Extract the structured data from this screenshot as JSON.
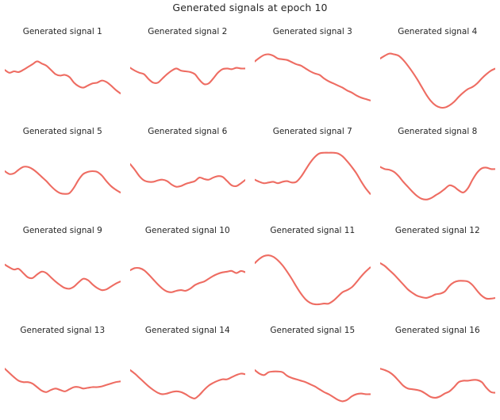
{
  "figure": {
    "title": "Generated signals at epoch 10",
    "epoch": 10,
    "rows": 4,
    "cols": 4,
    "background_color": "#ffffff",
    "line_color": "#ee6c62",
    "text_color": "#262626"
  },
  "chart_data": {
    "type": "line",
    "title": "Generated signals at epoch 10",
    "xlabel": "",
    "ylabel": "",
    "grid": false,
    "legend": "none",
    "axes_visible": false,
    "tick_labels": "none",
    "xlim": [
      0,
      100
    ],
    "ylim": [
      0,
      1
    ],
    "panels": [
      {
        "index": 1,
        "title": "Generated signal 1",
        "series_name": "Generated signal 1",
        "x": [
          0,
          4,
          8,
          12,
          16,
          20,
          24,
          28,
          32,
          36,
          40,
          44,
          48,
          52,
          56,
          60,
          64,
          68,
          72,
          76,
          80,
          84,
          88,
          92,
          96,
          100
        ],
        "y": [
          0.64,
          0.6,
          0.62,
          0.61,
          0.64,
          0.68,
          0.72,
          0.76,
          0.73,
          0.7,
          0.64,
          0.58,
          0.56,
          0.57,
          0.54,
          0.46,
          0.41,
          0.39,
          0.42,
          0.45,
          0.46,
          0.49,
          0.47,
          0.42,
          0.36,
          0.31
        ]
      },
      {
        "index": 2,
        "title": "Generated signal 2",
        "series_name": "Generated signal 2",
        "x": [
          0,
          4,
          8,
          12,
          16,
          20,
          24,
          28,
          32,
          36,
          40,
          44,
          48,
          52,
          56,
          60,
          64,
          68,
          72,
          76,
          80,
          84,
          88,
          92,
          96,
          100
        ],
        "y": [
          0.67,
          0.63,
          0.6,
          0.58,
          0.51,
          0.46,
          0.46,
          0.52,
          0.58,
          0.63,
          0.66,
          0.63,
          0.62,
          0.61,
          0.58,
          0.5,
          0.44,
          0.45,
          0.52,
          0.6,
          0.65,
          0.66,
          0.65,
          0.67,
          0.66,
          0.66
        ]
      },
      {
        "index": 3,
        "title": "Generated signal 3",
        "series_name": "Generated signal 3",
        "x": [
          0,
          4,
          8,
          12,
          16,
          20,
          24,
          28,
          32,
          36,
          40,
          44,
          48,
          52,
          56,
          60,
          64,
          68,
          72,
          76,
          80,
          84,
          88,
          92,
          96,
          100
        ],
        "y": [
          0.76,
          0.81,
          0.85,
          0.86,
          0.84,
          0.8,
          0.79,
          0.78,
          0.75,
          0.72,
          0.7,
          0.66,
          0.62,
          0.59,
          0.57,
          0.52,
          0.48,
          0.45,
          0.42,
          0.39,
          0.35,
          0.32,
          0.28,
          0.25,
          0.23,
          0.21
        ]
      },
      {
        "index": 4,
        "title": "Generated signal 4",
        "series_name": "Generated signal 4",
        "x": [
          0,
          4,
          8,
          12,
          16,
          20,
          24,
          28,
          32,
          36,
          40,
          44,
          48,
          52,
          56,
          60,
          64,
          68,
          72,
          76,
          80,
          84,
          88,
          92,
          96,
          100
        ],
        "y": [
          0.8,
          0.84,
          0.87,
          0.86,
          0.84,
          0.78,
          0.7,
          0.61,
          0.51,
          0.4,
          0.29,
          0.2,
          0.14,
          0.11,
          0.11,
          0.14,
          0.19,
          0.26,
          0.32,
          0.37,
          0.4,
          0.45,
          0.52,
          0.58,
          0.63,
          0.66
        ]
      },
      {
        "index": 5,
        "title": "Generated signal 5",
        "series_name": "Generated signal 5",
        "x": [
          0,
          4,
          8,
          12,
          16,
          20,
          24,
          28,
          32,
          36,
          40,
          44,
          48,
          52,
          56,
          60,
          64,
          68,
          72,
          76,
          80,
          84,
          88,
          92,
          96,
          100
        ],
        "y": [
          0.62,
          0.58,
          0.59,
          0.64,
          0.68,
          0.68,
          0.65,
          0.6,
          0.54,
          0.48,
          0.41,
          0.35,
          0.31,
          0.3,
          0.31,
          0.39,
          0.5,
          0.58,
          0.61,
          0.62,
          0.61,
          0.56,
          0.48,
          0.41,
          0.36,
          0.32
        ]
      },
      {
        "index": 6,
        "title": "Generated signal 6",
        "series_name": "Generated signal 6",
        "x": [
          0,
          4,
          8,
          12,
          16,
          20,
          24,
          28,
          32,
          36,
          40,
          44,
          48,
          52,
          56,
          60,
          64,
          68,
          72,
          76,
          80,
          84,
          88,
          92,
          96,
          100
        ],
        "y": [
          0.72,
          0.64,
          0.55,
          0.49,
          0.47,
          0.47,
          0.49,
          0.5,
          0.48,
          0.43,
          0.4,
          0.41,
          0.44,
          0.46,
          0.48,
          0.53,
          0.51,
          0.5,
          0.53,
          0.55,
          0.54,
          0.48,
          0.42,
          0.41,
          0.45,
          0.5
        ]
      },
      {
        "index": 7,
        "title": "Generated signal 7",
        "series_name": "Generated signal 7",
        "x": [
          0,
          4,
          8,
          12,
          16,
          20,
          24,
          28,
          32,
          36,
          40,
          44,
          48,
          52,
          56,
          60,
          64,
          68,
          72,
          76,
          80,
          84,
          88,
          92,
          96,
          100
        ],
        "y": [
          0.5,
          0.47,
          0.45,
          0.46,
          0.47,
          0.45,
          0.47,
          0.48,
          0.46,
          0.47,
          0.54,
          0.64,
          0.74,
          0.82,
          0.87,
          0.88,
          0.88,
          0.88,
          0.87,
          0.83,
          0.76,
          0.68,
          0.59,
          0.48,
          0.38,
          0.3
        ]
      },
      {
        "index": 8,
        "title": "Generated signal 8",
        "series_name": "Generated signal 8",
        "x": [
          0,
          4,
          8,
          12,
          16,
          20,
          24,
          28,
          32,
          36,
          40,
          44,
          48,
          52,
          56,
          60,
          64,
          68,
          72,
          76,
          80,
          84,
          88,
          92,
          96,
          100
        ],
        "y": [
          0.68,
          0.65,
          0.64,
          0.61,
          0.55,
          0.47,
          0.4,
          0.33,
          0.27,
          0.23,
          0.22,
          0.24,
          0.28,
          0.32,
          0.37,
          0.42,
          0.4,
          0.35,
          0.32,
          0.38,
          0.5,
          0.6,
          0.66,
          0.67,
          0.65,
          0.65
        ]
      },
      {
        "index": 9,
        "title": "Generated signal 9",
        "series_name": "Generated signal 9",
        "x": [
          0,
          4,
          8,
          12,
          16,
          20,
          24,
          28,
          32,
          36,
          40,
          44,
          48,
          52,
          56,
          60,
          64,
          68,
          72,
          76,
          80,
          84,
          88,
          92,
          96,
          100
        ],
        "y": [
          0.7,
          0.66,
          0.63,
          0.64,
          0.58,
          0.52,
          0.51,
          0.56,
          0.6,
          0.58,
          0.52,
          0.46,
          0.41,
          0.37,
          0.36,
          0.39,
          0.45,
          0.5,
          0.48,
          0.42,
          0.37,
          0.34,
          0.35,
          0.39,
          0.43,
          0.46
        ]
      },
      {
        "index": 10,
        "title": "Generated signal 10",
        "series_name": "Generated signal 10",
        "x": [
          0,
          4,
          8,
          12,
          16,
          20,
          24,
          28,
          32,
          36,
          40,
          44,
          48,
          52,
          56,
          60,
          64,
          68,
          72,
          76,
          80,
          84,
          88,
          92,
          96,
          100
        ],
        "y": [
          0.62,
          0.65,
          0.65,
          0.62,
          0.56,
          0.49,
          0.42,
          0.36,
          0.32,
          0.31,
          0.33,
          0.34,
          0.33,
          0.36,
          0.41,
          0.44,
          0.46,
          0.5,
          0.54,
          0.57,
          0.59,
          0.6,
          0.61,
          0.58,
          0.61,
          0.59
        ]
      },
      {
        "index": 11,
        "title": "Generated signal 11",
        "series_name": "Generated signal 11",
        "x": [
          0,
          4,
          8,
          12,
          16,
          20,
          24,
          28,
          32,
          36,
          40,
          44,
          48,
          52,
          56,
          60,
          64,
          68,
          72,
          76,
          80,
          84,
          88,
          92,
          96,
          100
        ],
        "y": [
          0.72,
          0.78,
          0.82,
          0.83,
          0.81,
          0.76,
          0.69,
          0.6,
          0.5,
          0.39,
          0.29,
          0.21,
          0.16,
          0.14,
          0.14,
          0.15,
          0.15,
          0.19,
          0.25,
          0.31,
          0.34,
          0.38,
          0.45,
          0.53,
          0.6,
          0.66
        ]
      },
      {
        "index": 12,
        "title": "Generated signal 12",
        "series_name": "Generated signal 12",
        "x": [
          0,
          4,
          8,
          12,
          16,
          20,
          24,
          28,
          32,
          36,
          40,
          44,
          48,
          52,
          56,
          60,
          64,
          68,
          72,
          76,
          80,
          84,
          88,
          92,
          96,
          100
        ],
        "y": [
          0.72,
          0.68,
          0.62,
          0.56,
          0.49,
          0.42,
          0.35,
          0.3,
          0.26,
          0.24,
          0.23,
          0.25,
          0.28,
          0.29,
          0.32,
          0.4,
          0.45,
          0.47,
          0.47,
          0.46,
          0.41,
          0.33,
          0.26,
          0.22,
          0.22,
          0.23
        ]
      },
      {
        "index": 13,
        "title": "Generated signal 13",
        "series_name": "Generated signal 13",
        "x": [
          0,
          4,
          8,
          12,
          16,
          20,
          24,
          28,
          32,
          36,
          40,
          44,
          48,
          52,
          56,
          60,
          64,
          68,
          72,
          76,
          80,
          84,
          88,
          92,
          96,
          100
        ],
        "y": [
          0.64,
          0.58,
          0.52,
          0.47,
          0.45,
          0.45,
          0.43,
          0.38,
          0.33,
          0.31,
          0.34,
          0.36,
          0.34,
          0.32,
          0.35,
          0.38,
          0.38,
          0.36,
          0.37,
          0.38,
          0.38,
          0.39,
          0.41,
          0.43,
          0.45,
          0.46
        ]
      },
      {
        "index": 14,
        "title": "Generated signal 14",
        "series_name": "Generated signal 14",
        "x": [
          0,
          4,
          8,
          12,
          16,
          20,
          24,
          28,
          32,
          36,
          40,
          44,
          48,
          52,
          56,
          60,
          64,
          68,
          72,
          76,
          80,
          84,
          88,
          92,
          96,
          100
        ],
        "y": [
          0.62,
          0.57,
          0.51,
          0.45,
          0.39,
          0.34,
          0.3,
          0.28,
          0.29,
          0.31,
          0.32,
          0.31,
          0.28,
          0.24,
          0.22,
          0.27,
          0.34,
          0.4,
          0.44,
          0.47,
          0.49,
          0.49,
          0.52,
          0.55,
          0.57,
          0.56
        ]
      },
      {
        "index": 15,
        "title": "Generated signal 15",
        "series_name": "Generated signal 15",
        "x": [
          0,
          4,
          8,
          12,
          16,
          20,
          24,
          28,
          32,
          36,
          40,
          44,
          48,
          52,
          56,
          60,
          64,
          68,
          72,
          76,
          80,
          84,
          88,
          92,
          96,
          100
        ],
        "y": [
          0.62,
          0.57,
          0.55,
          0.59,
          0.6,
          0.6,
          0.59,
          0.54,
          0.51,
          0.49,
          0.47,
          0.45,
          0.42,
          0.39,
          0.35,
          0.31,
          0.28,
          0.24,
          0.2,
          0.18,
          0.2,
          0.25,
          0.28,
          0.29,
          0.28,
          0.28
        ]
      },
      {
        "index": 16,
        "title": "Generated signal 16",
        "series_name": "Generated signal 16",
        "x": [
          0,
          4,
          8,
          12,
          16,
          20,
          24,
          28,
          32,
          36,
          40,
          44,
          48,
          52,
          56,
          60,
          64,
          68,
          72,
          76,
          80,
          84,
          88,
          92,
          96,
          100
        ],
        "y": [
          0.64,
          0.62,
          0.59,
          0.54,
          0.47,
          0.4,
          0.36,
          0.35,
          0.34,
          0.32,
          0.28,
          0.24,
          0.23,
          0.25,
          0.29,
          0.32,
          0.38,
          0.45,
          0.47,
          0.47,
          0.48,
          0.48,
          0.45,
          0.37,
          0.31,
          0.3
        ]
      }
    ]
  }
}
